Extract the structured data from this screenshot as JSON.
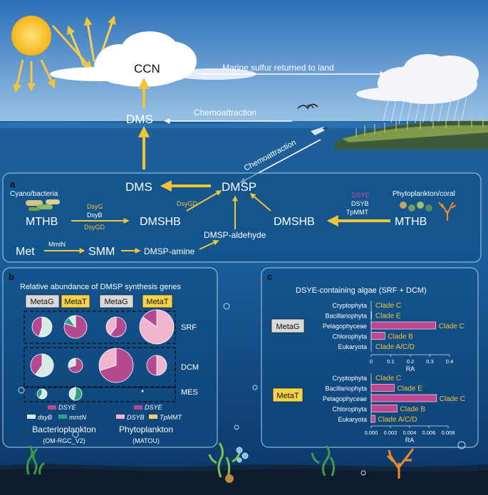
{
  "top": {
    "ccn": "CCN",
    "dms": "DMS",
    "marine_sulfur": "Marine sulfur returned to land",
    "chemoattraction_1": "Chemoattraction",
    "chemoattraction_2": "Chemoattraction"
  },
  "panel_a": {
    "letter": "a",
    "dms": "DMS",
    "dmsp": "DMSP",
    "cyano": "Cyano/bacteria",
    "phyto_coral": "Phytoplankton/coral",
    "mthb_left": "MTHB",
    "dmshb_left": "DMSHB",
    "dmshb_right": "DMSHB",
    "mthb_right": "MTHB",
    "dsyg": "DsyG",
    "dsyb": "DsyB",
    "dsygd_1": "DsyGD",
    "dsygd_2": "DsyGD",
    "dsye": "DSYE",
    "dsyb_upper": "DSYB",
    "tpmmt": "TpMMT",
    "met": "Met",
    "mmtn": "MmtN",
    "smm": "SMM",
    "dmsp_amine": "DMSP-amine",
    "dmsp_aldehyde": "DMSP-aldehyde"
  },
  "panel_b": {
    "letter": "b",
    "title": "Relative abundance of DMSP synthesis genes",
    "headers": [
      "MetaG",
      "MetaT",
      "MetaG",
      "MetaT"
    ],
    "rows": [
      "SRF",
      "DCM",
      "MES"
    ],
    "legend_left": {
      "dsye": "DSYE",
      "dsyb": "dsyB",
      "mmtn": "mmtN"
    },
    "legend_right": {
      "dsye": "DSYE",
      "dsyb": "DSYB",
      "tpmmt": "TpMMT"
    },
    "group_left": "Bacterioplankton",
    "group_left_sub": "(OM-RGC_V2)",
    "group_right": "Phytoplankton",
    "group_right_sub": "(MATOU)",
    "colors": {
      "dsye": "#b5498f",
      "dsyb_bact": "#d6ece3",
      "mmtn": "#2f9f86",
      "dsyb_phyto": "#f2b5cf",
      "tpmmt": "#f3d06a"
    }
  },
  "panel_c": {
    "letter": "c",
    "chart_data": [
      {
        "type": "bar",
        "title": "DSYE-containing algae (SRF + DCM)",
        "group_label": "MetaG",
        "categories": [
          "Cryptophyta",
          "Bacillariophyta",
          "Pelagophyceae",
          "Chlorophyta",
          "Eukaryota"
        ],
        "values": [
          0,
          0.002,
          0.33,
          0.07,
          0
        ],
        "clades": [
          "Clade C",
          "Clade E",
          "Clade C",
          "Clade B",
          "Clade A/C/D"
        ],
        "xlabel": "RA",
        "xlim": [
          0,
          0.4
        ],
        "ticks": [
          "0",
          "0.1",
          "0.2",
          "0.3",
          "0.4"
        ]
      },
      {
        "type": "bar",
        "group_label": "MetaT",
        "categories": [
          "Cryptophyta",
          "Bacillariophyta",
          "Pelagophyceae",
          "Chlorophyta",
          "Eukaryota"
        ],
        "values": [
          0,
          0.0024,
          0.0068,
          0.0027,
          0.0004
        ],
        "clades": [
          "Clade C",
          "Clade E",
          "Clade C",
          "Clade B",
          "Clade A/C/D"
        ],
        "xlabel": "RA",
        "xlim": [
          0,
          0.008
        ],
        "ticks": [
          "0.000",
          "0.002",
          "0.004",
          "0.006",
          "0.008"
        ]
      }
    ],
    "bar_color": "#c0478f"
  }
}
